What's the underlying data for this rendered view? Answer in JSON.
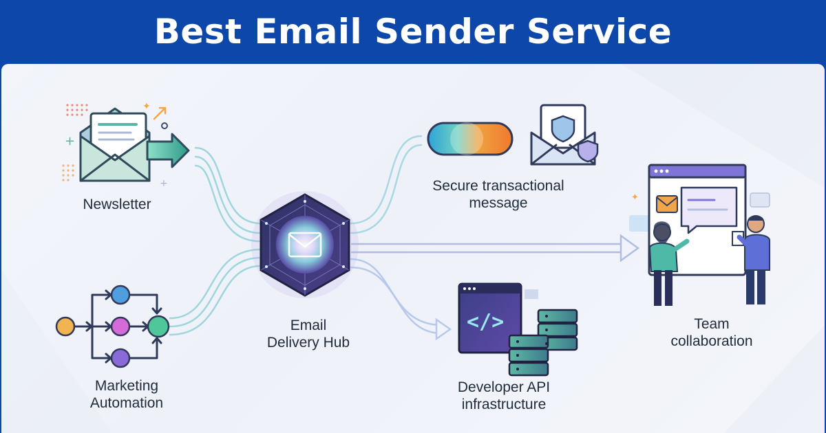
{
  "title": "Best Email Sender Service",
  "nodes": {
    "newsletter": "Newsletter",
    "marketing_automation": "Marketing\nAutomation",
    "hub": "Email\nDelivery Hub",
    "secure_transactional": "Secure transactional\nmessage",
    "developer_api": "Developer API\ninfrastructure",
    "team_collaboration": "Team\ncollaboration"
  },
  "icons": {
    "newsletter": "envelope-arrow-icon",
    "marketing_automation": "workflow-nodes-icon",
    "hub": "hexagon-email-hub-icon",
    "secure_transactional": "shield-envelope-toggle-icon",
    "developer_api": "code-server-icon",
    "team_collaboration": "people-screen-icon"
  },
  "colors": {
    "banner": "#0d47a9",
    "connector": "#8fcfd6",
    "hub": "#3b3f7a"
  }
}
